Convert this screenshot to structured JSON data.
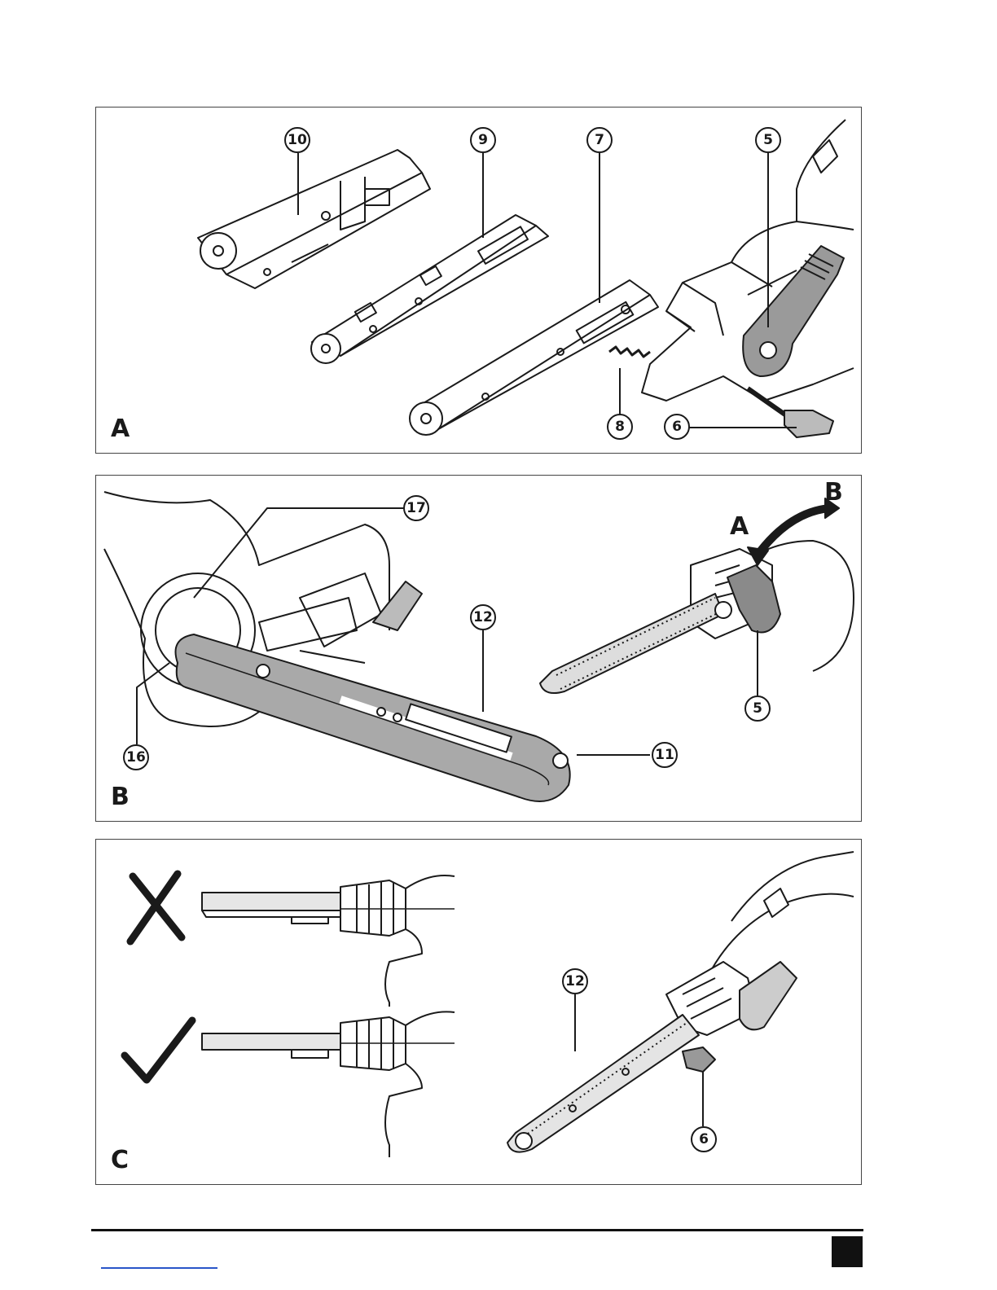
{
  "panels": [
    {
      "letter": "A",
      "callouts": [
        "10",
        "9",
        "7",
        "5",
        "8",
        "6"
      ]
    },
    {
      "letter": "B",
      "callouts": [
        "17",
        "12",
        "16",
        "11",
        "5"
      ],
      "directions": [
        "A",
        "B"
      ]
    },
    {
      "letter": "C",
      "callouts": [
        "12",
        "6"
      ],
      "marks": [
        "cross-icon",
        "check-icon"
      ]
    }
  ]
}
